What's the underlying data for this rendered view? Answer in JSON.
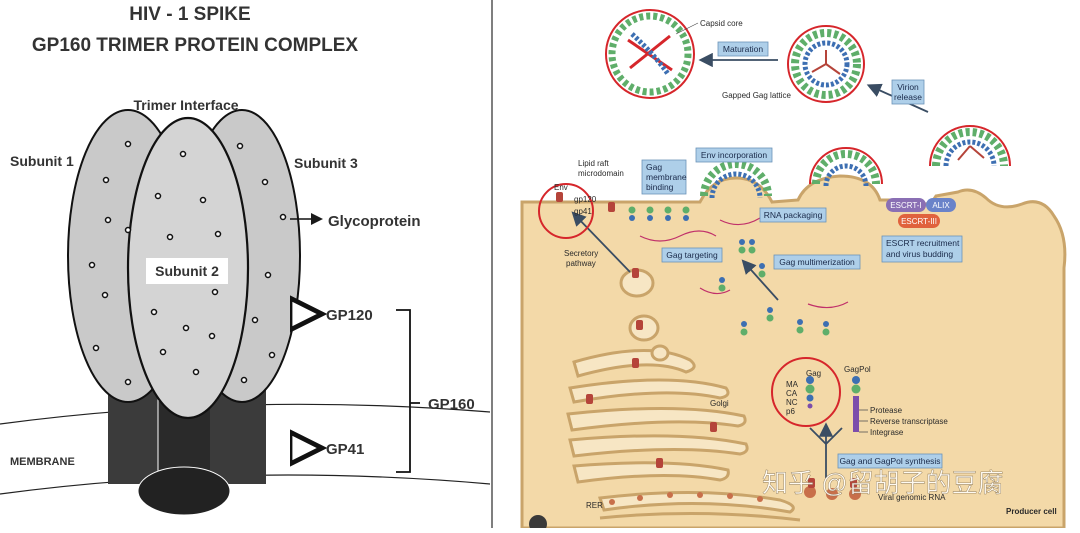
{
  "left": {
    "title_line1": "HIV - 1 SPIKE",
    "title_line2": "GP160 TRIMER PROTEIN COMPLEX",
    "trimer_interface": "Trimer Interface",
    "subunit1": "Subunit 1",
    "subunit2": "Subunit 2",
    "subunit3": "Subunit 3",
    "glycoprotein": "Glycoprotein",
    "gp120": "GP120",
    "gp160": "GP160",
    "gp41": "GP41",
    "membrane": "MEMBRANE"
  },
  "right": {
    "capsid_core": "Capsid core",
    "maturation": "Maturation",
    "gapped_gag_lattice": "Gapped Gag lattice",
    "virion_release_1": "Virion",
    "virion_release_2": "release",
    "lipid_raft_1": "Lipid raft",
    "lipid_raft_2": "microdomain",
    "gag_membrane_binding_1": "Gag",
    "gag_membrane_binding_2": "membrane",
    "gag_membrane_binding_3": "binding",
    "env_incorporation": "Env incorporation",
    "env": "Env",
    "gp120": "gp120",
    "gp41": "gp41",
    "rna_packaging": "RNA packaging",
    "escrt_i": "ESCRT-I",
    "alix": "ALIX",
    "escrt_iii": "ESCRT-III",
    "escrt_recruitment_1": "ESCRT recruitment",
    "escrt_recruitment_2": "and virus budding",
    "secretory_1": "Secretory",
    "secretory_2": "pathway",
    "gag_targeting": "Gag targeting",
    "gag_multimerization": "Gag multimerization",
    "golgi": "Golgi",
    "gag": "Gag",
    "gagpol": "GagPol",
    "ma": "MA",
    "ca": "CA",
    "nc": "NC",
    "p6": "p6",
    "protease": "Protease",
    "reverse_transcriptase": "Reverse transcriptase",
    "integrase": "Integrase",
    "synthesis": "Gag and GagPol synthesis",
    "viral_rna": "Viral genomic RNA",
    "rer": "RER",
    "producer_cell": "Producer cell",
    "watermark": "知乎 @留胡子的豆腐"
  },
  "colors": {
    "cytoplasm": "#f3d9a8",
    "membrane_line": "#c9a46a",
    "label_box": "#aecfe9",
    "highlight_circle": "#d6262b",
    "gag_green": "#5fae6a",
    "gag_blue": "#3d6fb2",
    "env_red": "#b5443a"
  }
}
